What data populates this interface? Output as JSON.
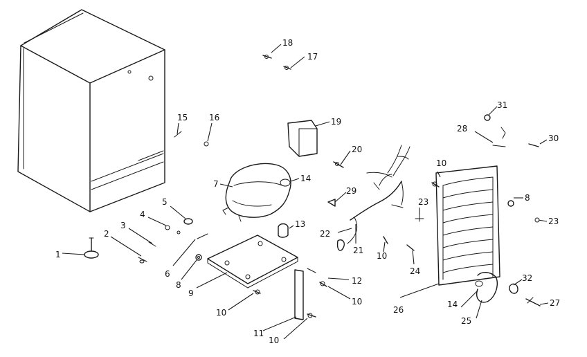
{
  "callouts": [
    {
      "id": "c1",
      "text": "1"
    },
    {
      "id": "c2",
      "text": "2"
    },
    {
      "id": "c3",
      "text": "3"
    },
    {
      "id": "c4",
      "text": "4"
    },
    {
      "id": "c5",
      "text": "5"
    },
    {
      "id": "c6",
      "text": "6"
    },
    {
      "id": "c7",
      "text": "7"
    },
    {
      "id": "c8a",
      "text": "8"
    },
    {
      "id": "c8b",
      "text": "8"
    },
    {
      "id": "c9",
      "text": "9"
    },
    {
      "id": "c10a",
      "text": "10"
    },
    {
      "id": "c10b",
      "text": "10"
    },
    {
      "id": "c10c",
      "text": "10"
    },
    {
      "id": "c10d",
      "text": "10"
    },
    {
      "id": "c10e",
      "text": "10"
    },
    {
      "id": "c11",
      "text": "11"
    },
    {
      "id": "c12",
      "text": "12"
    },
    {
      "id": "c13",
      "text": "13"
    },
    {
      "id": "c14a",
      "text": "14"
    },
    {
      "id": "c14b",
      "text": "14"
    },
    {
      "id": "c15",
      "text": "15"
    },
    {
      "id": "c16",
      "text": "16"
    },
    {
      "id": "c17",
      "text": "17"
    },
    {
      "id": "c18",
      "text": "18"
    },
    {
      "id": "c19",
      "text": "19"
    },
    {
      "id": "c20",
      "text": "20"
    },
    {
      "id": "c21",
      "text": "21"
    },
    {
      "id": "c22",
      "text": "22"
    },
    {
      "id": "c23a",
      "text": "23"
    },
    {
      "id": "c23b",
      "text": "23"
    },
    {
      "id": "c24",
      "text": "24"
    },
    {
      "id": "c25",
      "text": "25"
    },
    {
      "id": "c26",
      "text": "26"
    },
    {
      "id": "c27",
      "text": "27"
    },
    {
      "id": "c28",
      "text": "28"
    },
    {
      "id": "c29",
      "text": "29"
    },
    {
      "id": "c30",
      "text": "30"
    },
    {
      "id": "c31",
      "text": "31"
    },
    {
      "id": "c32",
      "text": "32"
    }
  ]
}
